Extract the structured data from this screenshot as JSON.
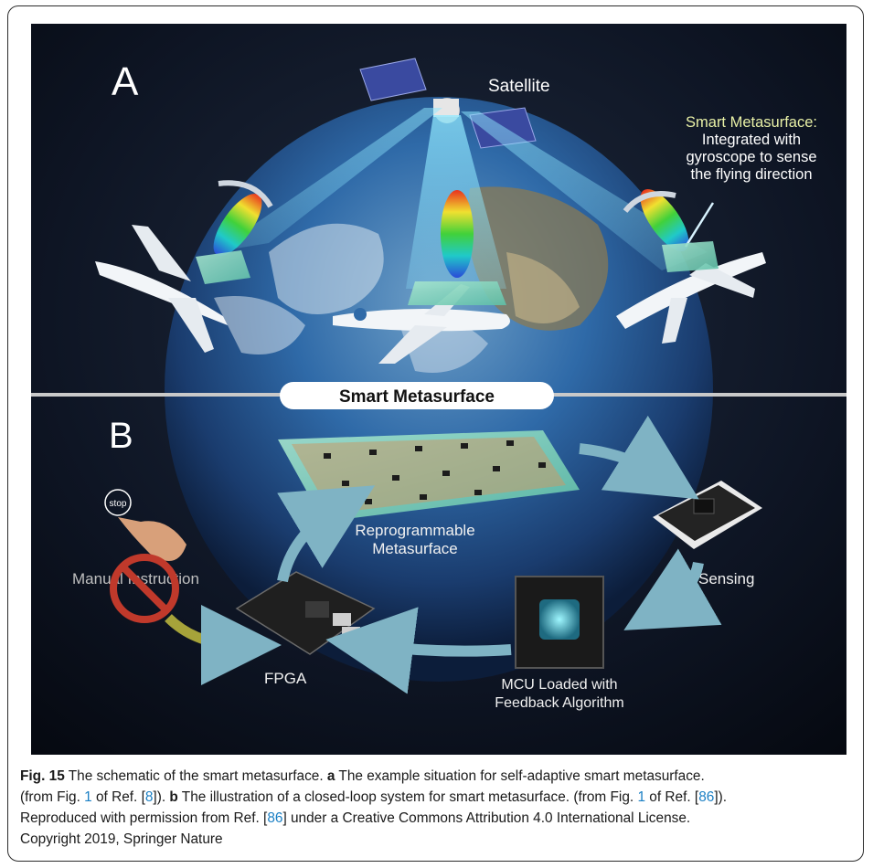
{
  "panel_a": {
    "letter": "A",
    "satellite_label": "Satellite",
    "smart_title": "Smart Metasurface:",
    "smart_desc": [
      "Integrated with",
      "gyroscope to sense",
      "the flying direction"
    ]
  },
  "divider_label": "Smart Metasurface",
  "panel_b": {
    "letter": "B",
    "metasurface_label": [
      "Reprogrammable",
      "Metasurface"
    ],
    "sensing_label": "Sensing",
    "mcu_label": [
      "MCU Loaded with",
      "Feedback Algorithm"
    ],
    "fpga_label": "FPGA",
    "manual_label": "Manual Instruction",
    "stop_text": "stop"
  },
  "caption": {
    "fig_label": "Fig. 15",
    "text1": " The schematic of the smart metasurface. ",
    "a_label": "a",
    "text2": " The example situation for self-adaptive smart metasurface.",
    "line2_a": "(from Fig. ",
    "ref_fig1": "1",
    "line2_b": " of Ref. [",
    "ref8": "8",
    "line2_c": "]). ",
    "b_label": "b",
    "line2_d": " The illustration of a closed-loop system for smart metasurface. (from Fig. ",
    "ref_fig1b": "1",
    "line2_e": " of Ref. [",
    "ref86": "86",
    "line2_f": "]).",
    "line3_a": "Reproduced with permission from Ref. [",
    "ref86b": "86",
    "line3_b": "] under a Creative Commons Attribution 4.0 International License.",
    "line4": "Copyright 2019, Springer Nature"
  },
  "colors": {
    "space": "#0d1422",
    "earth_ocean": "#2f6aa8",
    "beam_cyan": "#7fe3ff",
    "loop_arrow": "#7fb3c4",
    "manual_arrow": "#a6a33a",
    "no_sign": "#c0392b",
    "link": "#1a7fc4"
  }
}
